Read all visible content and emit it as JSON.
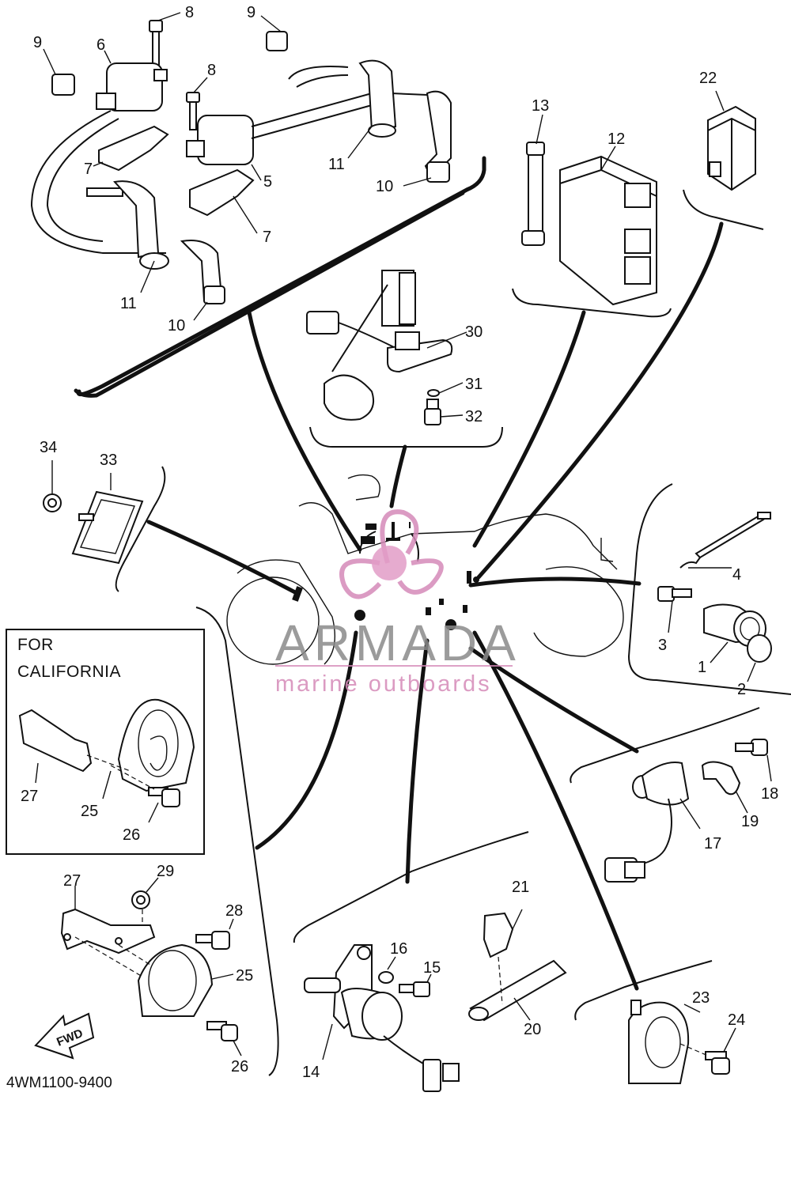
{
  "diagram": {
    "catalog_code": "4WM1100-9400",
    "california_box": {
      "line1": "FOR",
      "line2": "CALIFORNIA"
    },
    "fwd_label": "FWD",
    "watermark": {
      "brand": "ARMADA",
      "tagline": "marine outboards"
    },
    "callouts": [
      {
        "id": "c1",
        "label": "1"
      },
      {
        "id": "c2",
        "label": "2"
      },
      {
        "id": "c3",
        "label": "3"
      },
      {
        "id": "c4",
        "label": "4"
      },
      {
        "id": "c5",
        "label": "5"
      },
      {
        "id": "c6",
        "label": "6"
      },
      {
        "id": "c7a",
        "label": "7"
      },
      {
        "id": "c7b",
        "label": "7"
      },
      {
        "id": "c8a",
        "label": "8"
      },
      {
        "id": "c8b",
        "label": "8"
      },
      {
        "id": "c9a",
        "label": "9"
      },
      {
        "id": "c9b",
        "label": "9"
      },
      {
        "id": "c10a",
        "label": "10"
      },
      {
        "id": "c10b",
        "label": "10"
      },
      {
        "id": "c11a",
        "label": "11"
      },
      {
        "id": "c11b",
        "label": "11"
      },
      {
        "id": "c12",
        "label": "12"
      },
      {
        "id": "c13",
        "label": "13"
      },
      {
        "id": "c14",
        "label": "14"
      },
      {
        "id": "c15",
        "label": "15"
      },
      {
        "id": "c16",
        "label": "16"
      },
      {
        "id": "c17",
        "label": "17"
      },
      {
        "id": "c18",
        "label": "18"
      },
      {
        "id": "c19",
        "label": "19"
      },
      {
        "id": "c20",
        "label": "20"
      },
      {
        "id": "c21",
        "label": "21"
      },
      {
        "id": "c22",
        "label": "22"
      },
      {
        "id": "c23",
        "label": "23"
      },
      {
        "id": "c24",
        "label": "24"
      },
      {
        "id": "c25a",
        "label": "25"
      },
      {
        "id": "c25b",
        "label": "25"
      },
      {
        "id": "c26a",
        "label": "26"
      },
      {
        "id": "c26b",
        "label": "26"
      },
      {
        "id": "c27a",
        "label": "27"
      },
      {
        "id": "c27b",
        "label": "27"
      },
      {
        "id": "c28",
        "label": "28"
      },
      {
        "id": "c29",
        "label": "29"
      },
      {
        "id": "c30",
        "label": "30"
      },
      {
        "id": "c31",
        "label": "31"
      },
      {
        "id": "c32",
        "label": "32"
      },
      {
        "id": "c33",
        "label": "33"
      },
      {
        "id": "c34",
        "label": "34"
      }
    ]
  },
  "colors": {
    "ink": "#111111",
    "watermark_gray": "#8a8a8a",
    "watermark_pink": "#d58ab8"
  }
}
